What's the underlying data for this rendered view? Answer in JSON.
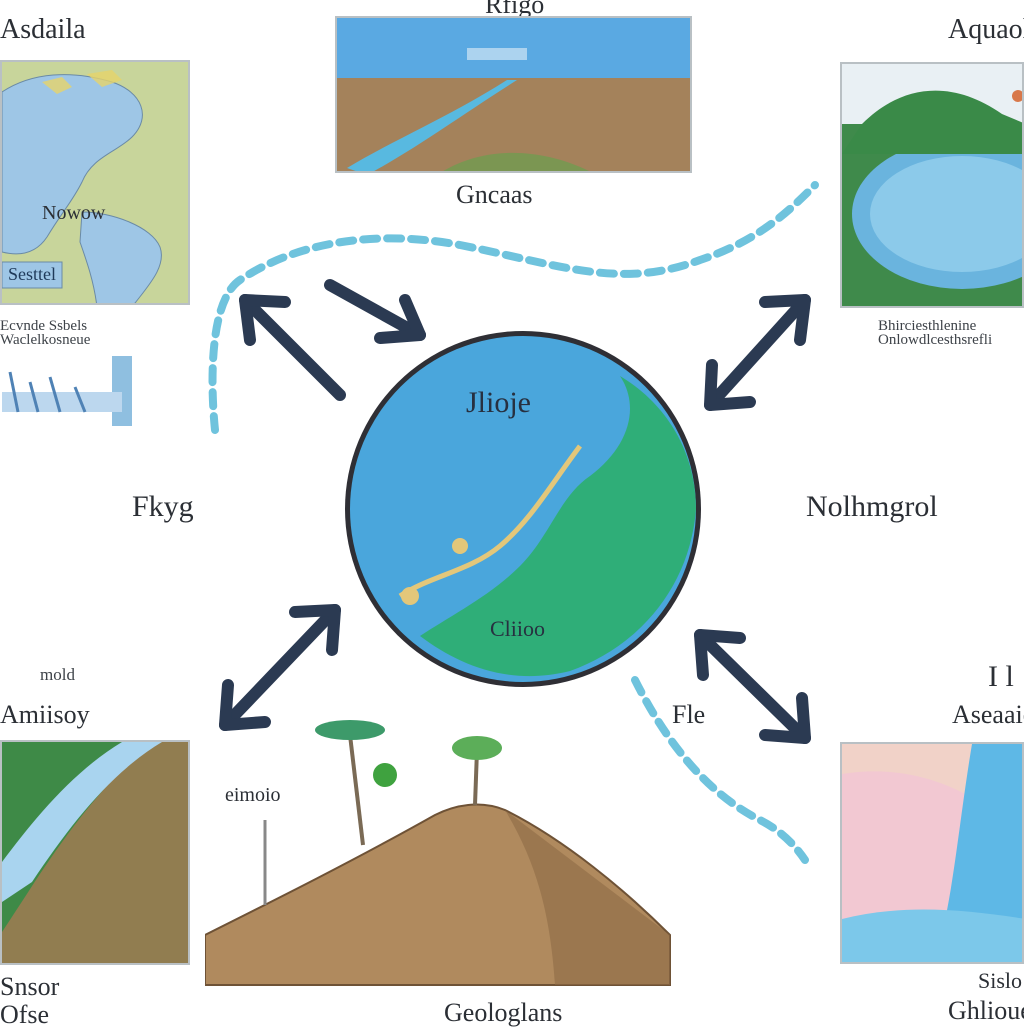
{
  "labels": {
    "top_left_heading": "Asdaila",
    "top_center_heading": "Rfigo",
    "top_right_heading": "Aquaola",
    "top_center_caption": "Gncaas",
    "americas_map_label": "Nowow",
    "americas_map_badge": "Sesttel",
    "left_small_note_1": "Ecvnde Ssbels",
    "left_small_note_2": "Waclelkosneue",
    "right_small_note_1": "Bhirciesthlenine",
    "right_small_note_2": "Onlowdlcesthsrefli",
    "left_center": "Fkyg",
    "right_center": "Nolhmgrol",
    "globe_title": "Jlioje",
    "globe_badge": "Cliioo",
    "bottom_left_small": "mold",
    "bottom_left_heading": "Amiisoy",
    "bottom_center_small": "eimoio",
    "center_right_small": "Fle",
    "bottom_right_mark": "I l",
    "bottom_right_heading": "Aseaaie",
    "bottom_left_foot_1": "Snsor",
    "bottom_left_foot_2": "Ofse",
    "bottom_center_foot": "Geologlans",
    "bottom_right_foot_1": "Sislo",
    "bottom_right_foot_2": "Ghlioue"
  },
  "colors": {
    "arrow": "#2b3a52",
    "water": "#4fa7dc",
    "land": "#2fae78",
    "soil": "#a8825a",
    "dotted_path": "#6fc3dd"
  }
}
